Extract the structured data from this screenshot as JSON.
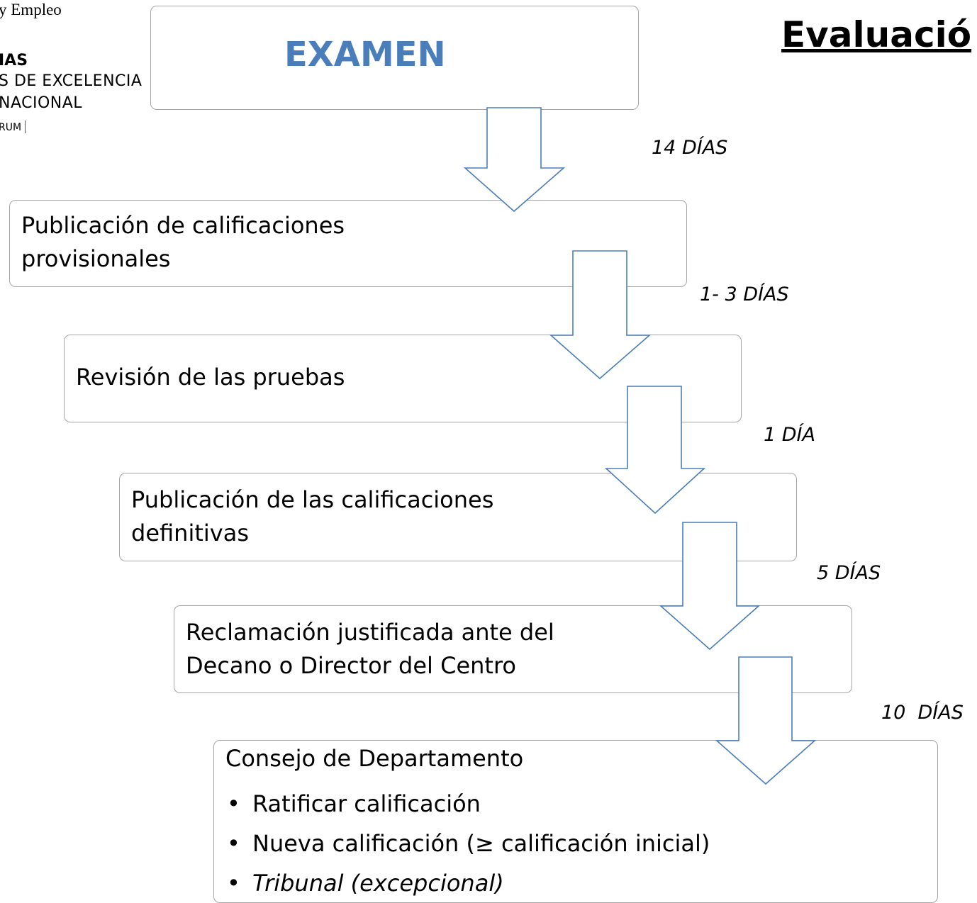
{
  "header": {
    "logo_lines": [
      "y Empleo",
      "IAS",
      "S DE EXCELENCIA",
      "NACIONAL",
      "RUM"
    ],
    "heading": "Evaluació"
  },
  "flow": {
    "title": "EXAMEN",
    "steps": [
      {
        "label": "Publicación de calificaciones\nprovisionales"
      },
      {
        "label": "Revisión de las pruebas"
      },
      {
        "label": "Publicación de las calificaciones\ndefinitivas"
      },
      {
        "label": "Reclamación justificada ante del\nDecano o Director del Centro"
      },
      {
        "label": "Consejo de Departamento",
        "options": [
          {
            "text": "Ratificar calificación",
            "italic": false
          },
          {
            "text": "Nueva calificación (≥ calificación inicial)",
            "italic": false
          },
          {
            "text": "Tribunal (excepcional)",
            "italic": true
          }
        ]
      }
    ],
    "intervals": [
      "14 DÍAS",
      "1- 3 DÍAS",
      "1 DÍA",
      "5 DÍAS",
      "10  DÍAS"
    ]
  },
  "colors": {
    "title": "#4a7ebb",
    "arrow_stroke": "#4a7ebb",
    "box_border": "#a6a6a6"
  }
}
